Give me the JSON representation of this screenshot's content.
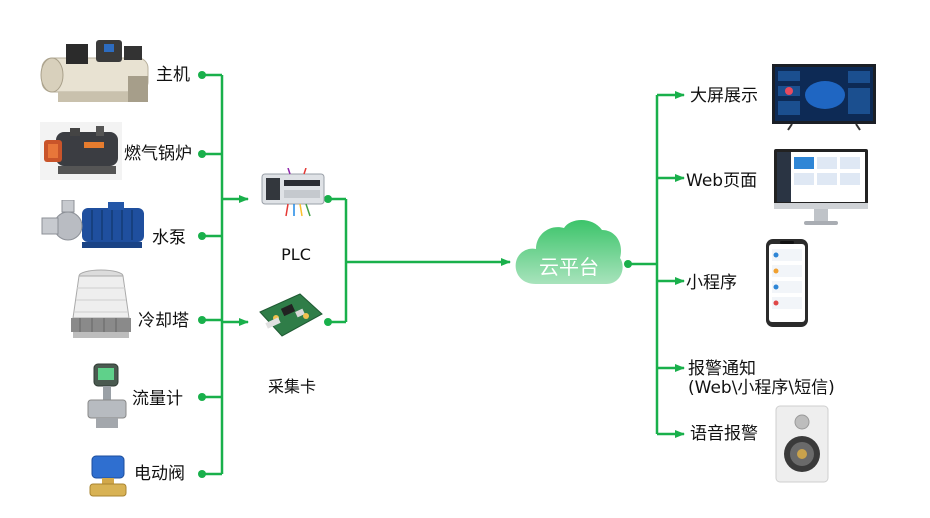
{
  "sources": [
    {
      "label": "主机",
      "icon": "chiller-icon"
    },
    {
      "label": "燃气锅炉",
      "icon": "gas-boiler-icon"
    },
    {
      "label": "水泵",
      "icon": "water-pump-icon"
    },
    {
      "label": "冷却塔",
      "icon": "cooling-tower-icon"
    },
    {
      "label": "流量计",
      "icon": "flow-meter-icon"
    },
    {
      "label": "电动阀",
      "icon": "electric-valve-icon"
    }
  ],
  "controllers": [
    {
      "label": "PLC",
      "icon": "plc-icon"
    },
    {
      "label": "采集卡",
      "icon": "acquisition-card-icon"
    }
  ],
  "cloud": {
    "label": "云平台",
    "icon": "cloud-icon"
  },
  "outputs": [
    {
      "label": "大屏展示",
      "icon": "large-screen-icon"
    },
    {
      "label": "Web页面",
      "icon": "desktop-monitor-icon"
    },
    {
      "label": "小程序",
      "icon": "smartphone-icon"
    },
    {
      "label": "报警通知",
      "sublabel": "(Web\\小程序\\短信)"
    },
    {
      "label": "语音报警",
      "icon": "speaker-icon"
    }
  ],
  "colors": {
    "line": "#19b04b",
    "cloud_top": "#3cc46a",
    "cloud_bottom": "#8fd9a8"
  }
}
